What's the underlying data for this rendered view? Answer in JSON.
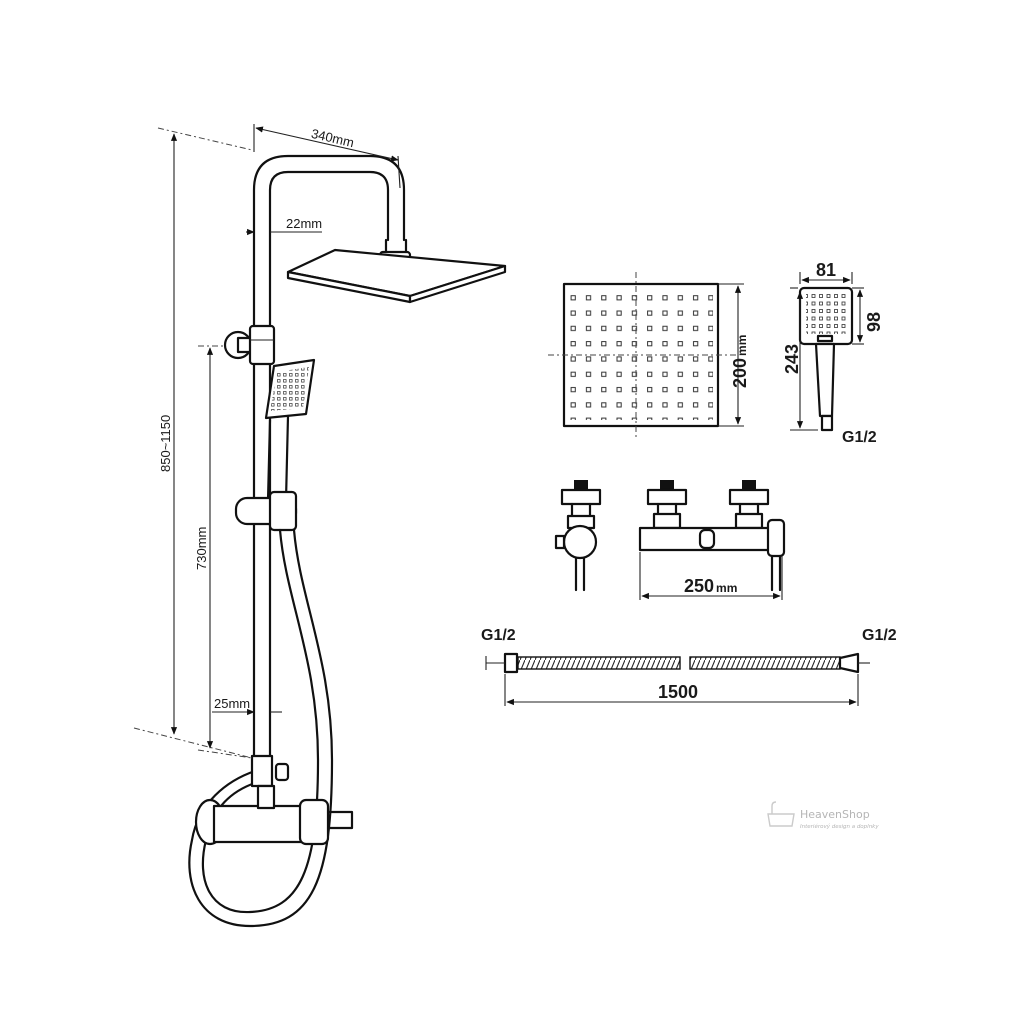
{
  "labels": {
    "width_340": "340mm",
    "pipe_22": "22mm",
    "height_range": "850~1150",
    "height_730": "730mm",
    "pipe_25": "25mm",
    "head_200_value": "200",
    "head_200_unit": "mm",
    "hand_81": "81",
    "hand_98": "98",
    "hand_243": "243",
    "hand_thread": "G1/2",
    "mixer_250_value": "250",
    "mixer_250_unit": "mm",
    "hose_thread_left": "G1/2",
    "hose_thread_right": "G1/2",
    "hose_length": "1500"
  },
  "watermark": {
    "brand": "HeavenShop",
    "tagline": "Interiérový design a doplnky"
  }
}
